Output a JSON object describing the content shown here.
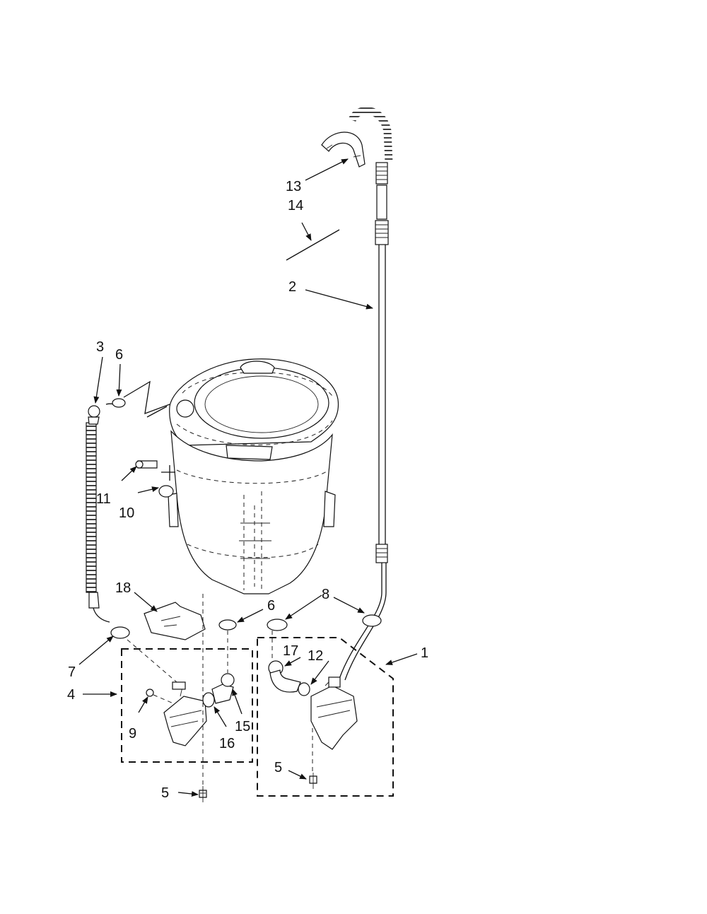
{
  "callouts": {
    "c1": "1",
    "c2": "2",
    "c3": "3",
    "c4": "4",
    "c5a": "5",
    "c5b": "5",
    "c6a": "6",
    "c6b": "6",
    "c7": "7",
    "c8": "8",
    "c9": "9",
    "c10": "10",
    "c11": "11",
    "c12": "12",
    "c13": "13",
    "c14": "14",
    "c15": "15",
    "c16": "16",
    "c17": "17",
    "c18": "18"
  }
}
